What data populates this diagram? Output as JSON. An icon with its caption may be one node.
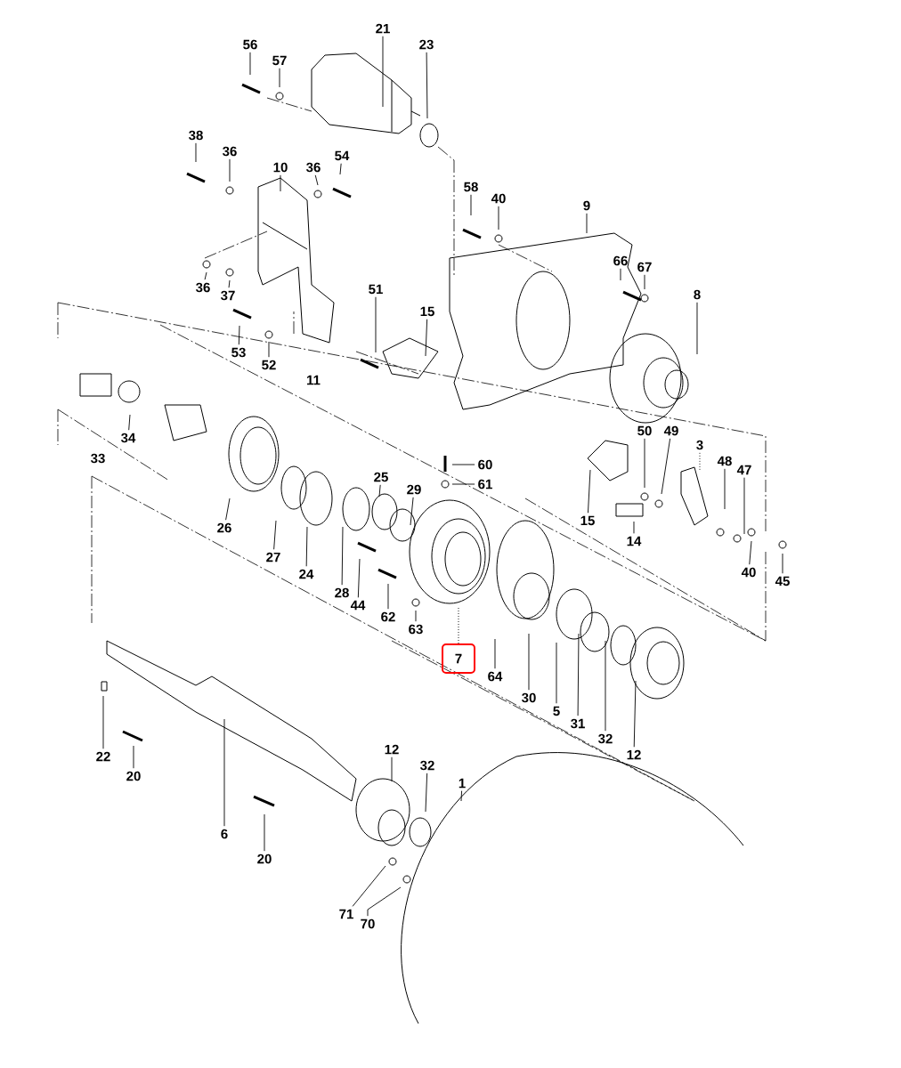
{
  "diagram": {
    "nodes": [
      {
        "text": [
          "21"
        ]
      },
      {
        "text": [
          "56"
        ]
      },
      {
        "text": [
          "57"
        ]
      },
      {
        "text": [
          "23"
        ]
      },
      {
        "text": [
          "38"
        ]
      },
      {
        "text": [
          "36"
        ]
      },
      {
        "text": [
          "10"
        ]
      },
      {
        "text": [
          "36"
        ]
      },
      {
        "text": [
          "54"
        ]
      },
      {
        "text": [
          "58"
        ]
      },
      {
        "text": [
          "40"
        ]
      },
      {
        "text": [
          "9"
        ]
      },
      {
        "text": [
          "66"
        ]
      },
      {
        "text": [
          "67"
        ]
      },
      {
        "text": [
          "8"
        ]
      },
      {
        "text": [
          "36"
        ]
      },
      {
        "text": [
          "37"
        ]
      },
      {
        "text": [
          "53"
        ]
      },
      {
        "text": [
          "52"
        ]
      },
      {
        "text": [
          "51"
        ]
      },
      {
        "text": [
          "15"
        ]
      },
      {
        "text": [
          "34"
        ]
      },
      {
        "text": [
          "26"
        ]
      },
      {
        "text": [
          "27"
        ]
      },
      {
        "text": [
          "24"
        ]
      },
      {
        "text": [
          "28"
        ]
      },
      {
        "text": [
          "25"
        ]
      },
      {
        "text": [
          "29"
        ]
      },
      {
        "text": [
          "44"
        ]
      },
      {
        "text": [
          "62"
        ]
      },
      {
        "text": [
          "63"
        ]
      },
      {
        "text": [
          "60"
        ]
      },
      {
        "text": [
          "61"
        ]
      },
      {
        "text": [
          "7"
        ]
      },
      {
        "text": [
          "64"
        ]
      },
      {
        "text": [
          "30"
        ]
      },
      {
        "text": [
          "5"
        ]
      },
      {
        "text": [
          "31"
        ]
      },
      {
        "text": [
          "32"
        ]
      },
      {
        "text": [
          "12"
        ]
      },
      {
        "text": [
          "50"
        ]
      },
      {
        "text": [
          "49"
        ]
      },
      {
        "text": [
          "3"
        ]
      },
      {
        "text": [
          "48"
        ]
      },
      {
        "text": [
          "47"
        ]
      },
      {
        "text": [
          "15"
        ]
      },
      {
        "text": [
          "14"
        ]
      },
      {
        "text": [
          "40"
        ]
      },
      {
        "text": [
          "45"
        ]
      },
      {
        "text": [
          "22"
        ]
      },
      {
        "text": [
          "20"
        ]
      },
      {
        "text": [
          "6"
        ]
      },
      {
        "text": [
          "20"
        ]
      },
      {
        "text": [
          "12"
        ]
      },
      {
        "text": [
          "32"
        ]
      },
      {
        "text": [
          "1"
        ]
      },
      {
        "text": [
          "71"
        ]
      },
      {
        "text": [
          "70"
        ]
      }
    ],
    "edges": [
      {
        "from": 0,
        "to": null,
        "arrow": "none"
      },
      {
        "from": 1,
        "to": null,
        "arrow": "none"
      },
      {
        "from": 2,
        "to": null,
        "arrow": "none"
      },
      {
        "from": 3,
        "to": null,
        "arrow": "none"
      },
      {
        "from": 4,
        "to": null,
        "arrow": "none"
      },
      {
        "from": 5,
        "to": null,
        "arrow": "none"
      },
      {
        "from": 6,
        "to": null,
        "arrow": "none"
      },
      {
        "from": 7,
        "to": null,
        "arrow": "none"
      },
      {
        "from": 8,
        "to": null,
        "arrow": "none"
      },
      {
        "from": 9,
        "to": null,
        "arrow": "none"
      },
      {
        "from": 10,
        "to": null,
        "arrow": "none"
      },
      {
        "from": 11,
        "to": null,
        "arrow": "none"
      },
      {
        "from": 12,
        "to": null,
        "arrow": "none"
      },
      {
        "from": 13,
        "to": null,
        "arrow": "none"
      },
      {
        "from": 14,
        "to": null,
        "arrow": "none"
      },
      {
        "from": 15,
        "to": null,
        "arrow": "none"
      },
      {
        "from": 16,
        "to": null,
        "arrow": "none"
      },
      {
        "from": 17,
        "to": null,
        "arrow": "none"
      },
      {
        "from": 18,
        "to": null,
        "arrow": "none"
      },
      {
        "from": 19,
        "to": null,
        "arrow": "none"
      },
      {
        "from": 20,
        "to": null,
        "arrow": "none"
      },
      {
        "from": 21,
        "to": null,
        "arrow": "none"
      },
      {
        "from": 22,
        "to": null,
        "arrow": "none"
      },
      {
        "from": 23,
        "to": null,
        "arrow": "none"
      },
      {
        "from": 24,
        "to": null,
        "arrow": "none"
      },
      {
        "from": 25,
        "to": null,
        "arrow": "none"
      },
      {
        "from": 26,
        "to": null,
        "arrow": "none"
      },
      {
        "from": 27,
        "to": null,
        "arrow": "none"
      },
      {
        "from": 28,
        "to": null,
        "arrow": "none"
      },
      {
        "from": 29,
        "to": null,
        "arrow": "none"
      },
      {
        "from": 30,
        "to": null,
        "arrow": "none"
      },
      {
        "from": 31,
        "to": null,
        "arrow": "none"
      },
      {
        "from": 32,
        "to": null,
        "arrow": "none"
      },
      {
        "from": 33,
        "to": null,
        "arrow": "none",
        "style": "dashed"
      },
      {
        "from": 34,
        "to": null,
        "arrow": "none"
      },
      {
        "from": 35,
        "to": null,
        "arrow": "none"
      },
      {
        "from": 36,
        "to": null,
        "arrow": "none"
      },
      {
        "from": 37,
        "to": null,
        "arrow": "none"
      },
      {
        "from": 38,
        "to": null,
        "arrow": "none"
      },
      {
        "from": 39,
        "to": null,
        "arrow": "none"
      },
      {
        "from": 40,
        "to": null,
        "arrow": "none"
      },
      {
        "from": 41,
        "to": null,
        "arrow": "none"
      },
      {
        "from": 42,
        "to": null,
        "arrow": "none",
        "style": "dashed"
      },
      {
        "from": 43,
        "to": null,
        "arrow": "none"
      },
      {
        "from": 44,
        "to": null,
        "arrow": "none"
      },
      {
        "from": 45,
        "to": null,
        "arrow": "none"
      },
      {
        "from": 46,
        "to": null,
        "arrow": "none"
      },
      {
        "from": 47,
        "to": null,
        "arrow": "none"
      },
      {
        "from": 48,
        "to": null,
        "arrow": "none"
      },
      {
        "from": 49,
        "to": null,
        "arrow": "none"
      },
      {
        "from": 50,
        "to": null,
        "arrow": "none"
      },
      {
        "from": 51,
        "to": null,
        "arrow": "none"
      },
      {
        "from": 52,
        "to": null,
        "arrow": "none"
      },
      {
        "from": 53,
        "to": null,
        "arrow": "none"
      },
      {
        "from": 54,
        "to": null,
        "arrow": "none"
      },
      {
        "from": 55,
        "to": null,
        "arrow": "none"
      },
      {
        "from": 56,
        "to": null,
        "arrow": "none"
      },
      {
        "from": 57,
        "to": null,
        "arrow": "none"
      }
    ],
    "labels": [
      "11",
      "33"
    ]
  }
}
